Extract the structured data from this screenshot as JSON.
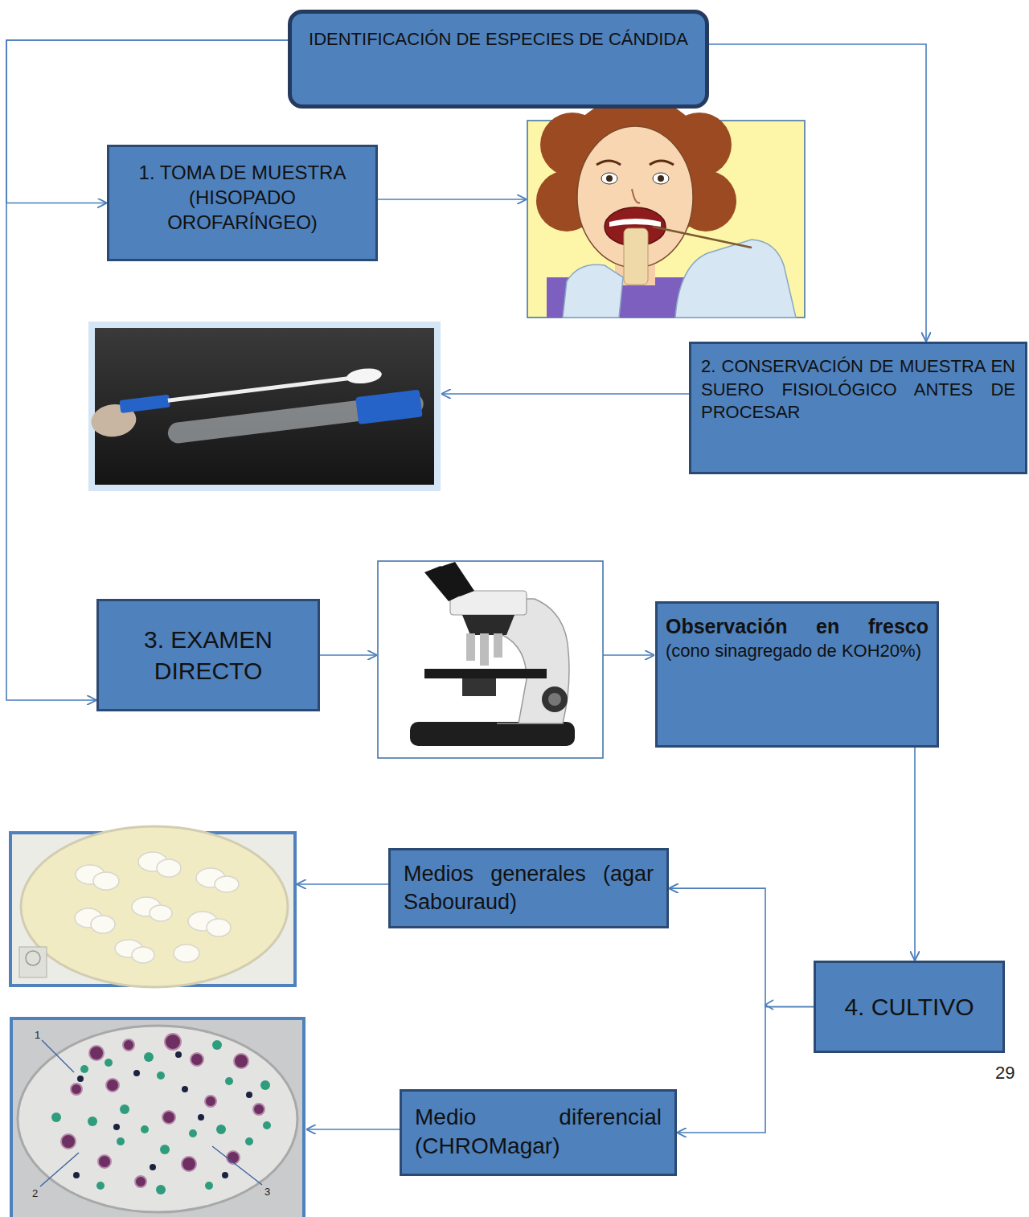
{
  "diagram": {
    "nodes": [
      {
        "text": [
          "IDENTIFICACIÓN DE ESPECIES DE CÁNDIDA"
        ]
      },
      {
        "text": [
          "1. TOMA DE MUESTRA (HISOPADO OROFARÍNGEO)"
        ]
      },
      {
        "text": [
          "2. CONSERVACIÓN DE MUESTRA EN SUERO FISIOLÓGICO ANTES DE PROCESAR"
        ]
      },
      {
        "text": [
          "3. EXAMEN DIRECTO"
        ]
      },
      {
        "text": [
          "Observación en fresco",
          "(cono sinagregado de KOH20%)"
        ]
      },
      {
        "text": [
          "4. CULTIVO"
        ]
      },
      {
        "text": [
          "Medios generales (agar Sabouraud)"
        ]
      },
      {
        "text": [
          "Medio diferencial (CHROMagar)"
        ]
      }
    ],
    "edges": [
      {
        "from": 0,
        "to": 1,
        "arrow": "to"
      },
      {
        "from": 0,
        "to": 3,
        "arrow": "to"
      },
      {
        "from": 0,
        "to": 2,
        "arrow": "to"
      },
      {
        "from": 4,
        "to": 5,
        "arrow": "to"
      },
      {
        "from": 5,
        "to": 6,
        "arrow": "to"
      },
      {
        "from": 5,
        "to": 7,
        "arrow": "to"
      }
    ],
    "labels": [
      "1",
      "2",
      "3",
      "29"
    ]
  }
}
